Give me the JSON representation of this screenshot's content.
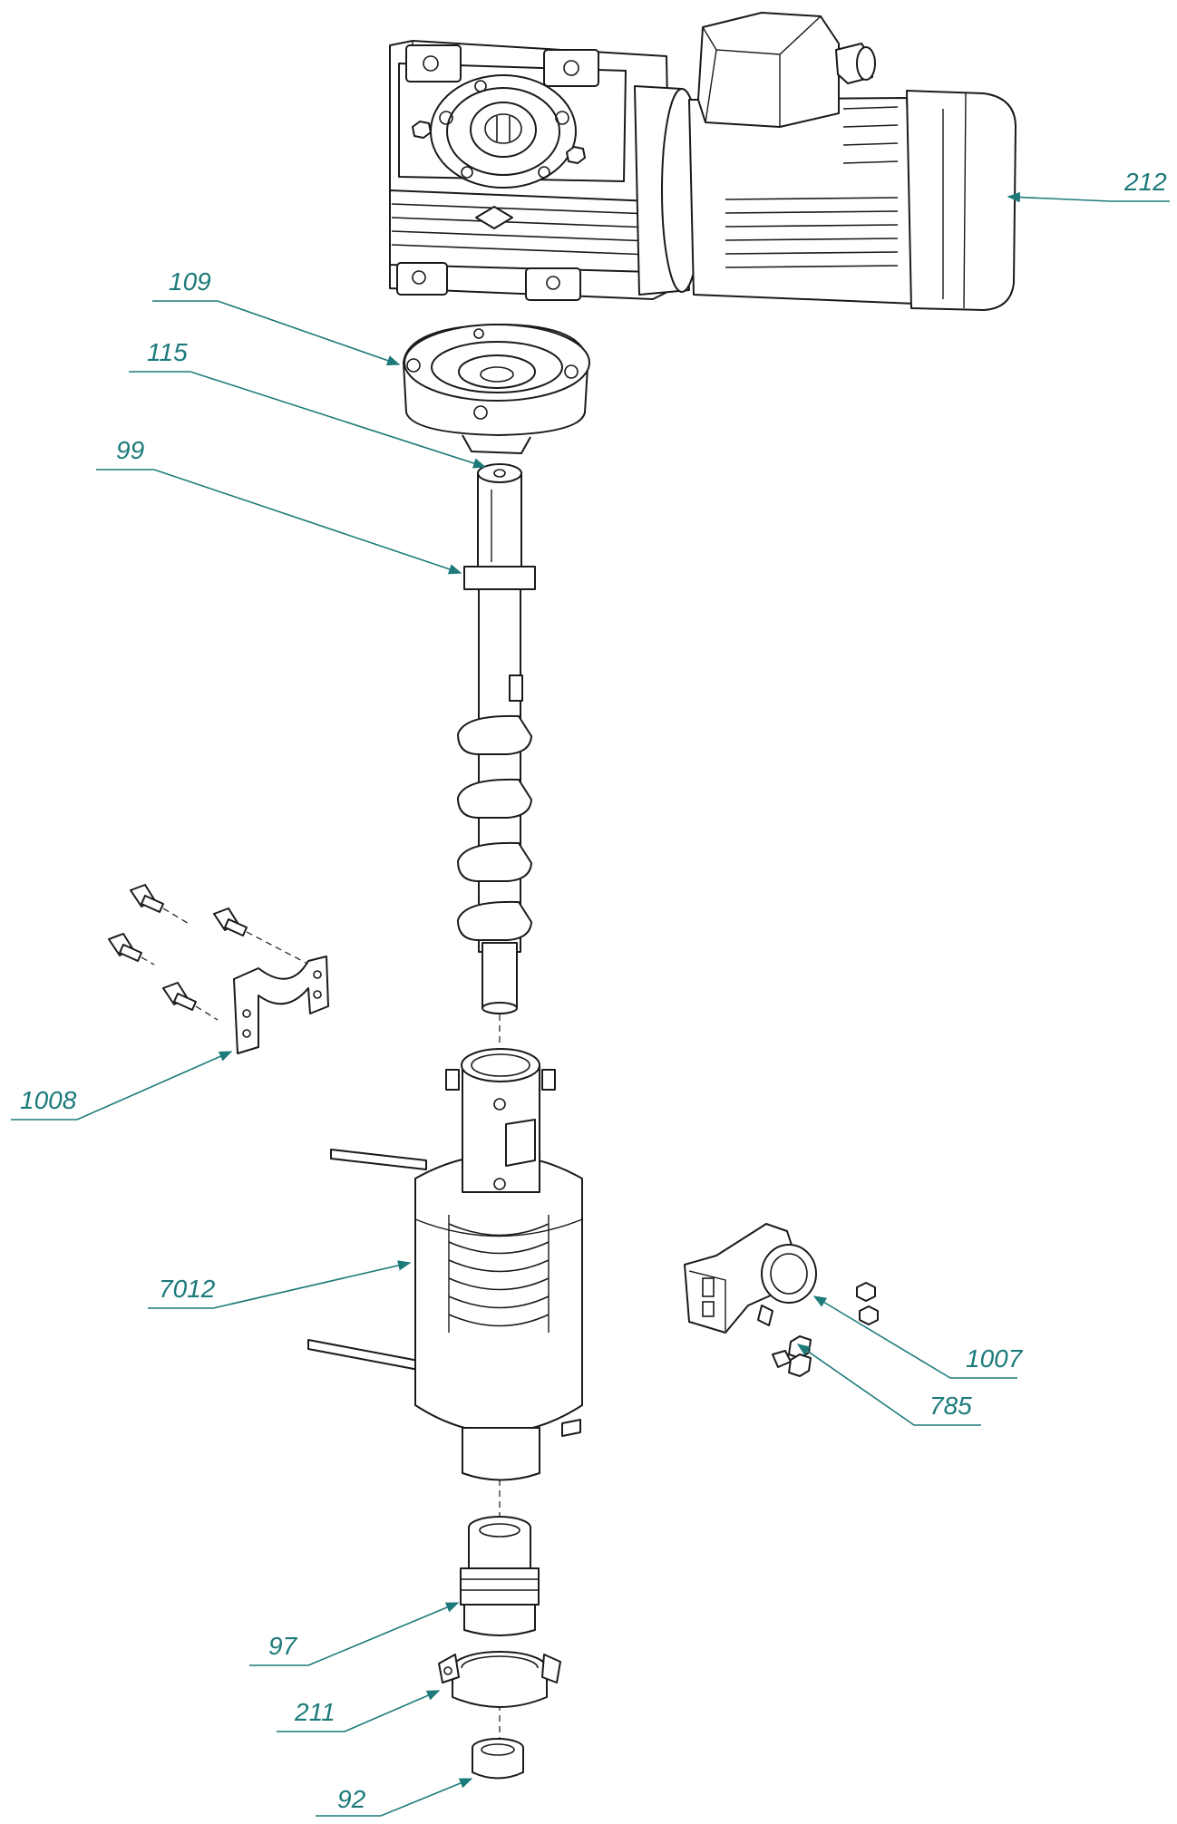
{
  "diagram": {
    "accent_color": "#1d7a7a",
    "line_color": "#1a1a1a",
    "part_labels": [
      {
        "id": "212",
        "text": "212"
      },
      {
        "id": "109",
        "text": "109"
      },
      {
        "id": "115",
        "text": "115"
      },
      {
        "id": "99",
        "text": "99"
      },
      {
        "id": "1008",
        "text": "1008"
      },
      {
        "id": "7012",
        "text": "7012"
      },
      {
        "id": "1007",
        "text": "1007"
      },
      {
        "id": "785",
        "text": "785"
      },
      {
        "id": "97",
        "text": "97"
      },
      {
        "id": "211",
        "text": "211"
      },
      {
        "id": "92",
        "text": "92"
      }
    ],
    "parts": [
      {
        "id": "212",
        "name": "gear-motor"
      },
      {
        "id": "109",
        "name": "mounting-flange"
      },
      {
        "id": "115",
        "name": "shaft-coupling"
      },
      {
        "id": "99",
        "name": "auger-screw"
      },
      {
        "id": "1008",
        "name": "mounting-clamp-with-bolts"
      },
      {
        "id": "7012",
        "name": "auger-housing-with-cooling-coil"
      },
      {
        "id": "1007",
        "name": "outlet-bracket"
      },
      {
        "id": "785",
        "name": "wing-nut-set"
      },
      {
        "id": "97",
        "name": "bearing-bushing"
      },
      {
        "id": "211",
        "name": "pipe-clamp"
      },
      {
        "id": "92",
        "name": "end-cap"
      }
    ]
  }
}
